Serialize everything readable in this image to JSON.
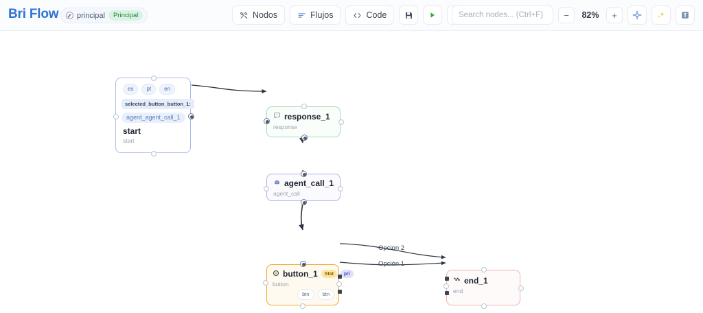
{
  "header": {
    "brand": "Bri Flow",
    "flow_chip": {
      "name": "principal",
      "badge": "Principal",
      "icon": "flow-status-icon"
    },
    "toolbar": {
      "nodes_label": "Nodos",
      "flows_label": "Flujos",
      "code_label": "Code",
      "save_icon": "save-icon",
      "run_icon": "play-icon",
      "undo_icon": "undo-arrow-icon",
      "redo_icon": "redo-arrow-icon"
    },
    "search": {
      "placeholder": "Search nodes... (Ctrl+F)",
      "value": ""
    },
    "zoom": {
      "out_label": "−",
      "level": "82%",
      "in_label": "+"
    },
    "right_icons": {
      "fit_view": "fit-view-icon",
      "magic": "sparkles-icon",
      "info": "info-panel-icon"
    }
  },
  "colors": {
    "brand": "#2f72d6",
    "start_border": "#a9bbe4",
    "response_border": "#a8d8b9",
    "agent_border": "#adb4e6",
    "button_border": "#f0a72c",
    "end_border": "#edb3b3",
    "badge_stat_bg": "#fce7a2",
    "badge_pri_bg": "#dfe0fb",
    "flow_badge_bg": "#d8f3e0"
  },
  "canvas": {
    "nodes": [
      {
        "id": "start",
        "title": "start",
        "subtitle": "start",
        "languages": [
          "es",
          "pt",
          "en"
        ],
        "variable_chip": "selected_button_button_1:",
        "agent_chip": "agent_agent_call_1"
      },
      {
        "id": "response",
        "title": "response_1",
        "subtitle": "response",
        "icon": "chat-bubble-icon"
      },
      {
        "id": "agent_call",
        "title": "agent_call_1",
        "subtitle": "agent_call",
        "icon": "robot-icon"
      },
      {
        "id": "button",
        "title": "button_1",
        "subtitle": "button",
        "icon": "radio-circle-icon",
        "badges": [
          "Stat",
          "pri"
        ],
        "option_chips": [
          "btn",
          "btn"
        ]
      },
      {
        "id": "end",
        "title": "end_1",
        "subtitle": "end",
        "icon": "checkered-flag-icon"
      }
    ],
    "edges": [
      {
        "from": "start",
        "to": "response",
        "label": ""
      },
      {
        "from": "response",
        "to": "agent_call",
        "label": ""
      },
      {
        "from": "agent_call",
        "to": "button",
        "label": ""
      },
      {
        "from": "button",
        "to": "end",
        "label": "Opcion 2"
      },
      {
        "from": "button",
        "to": "end",
        "label": "Opción 1"
      }
    ]
  }
}
